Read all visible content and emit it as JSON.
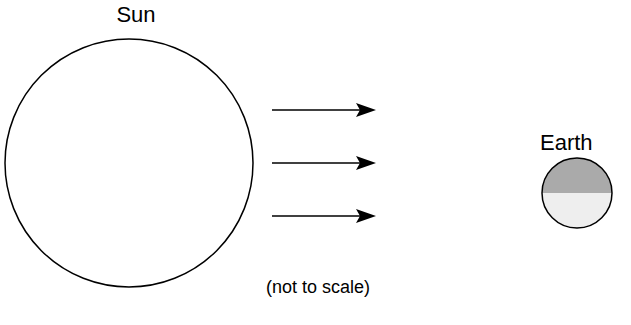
{
  "diagram": {
    "nodes": [
      {
        "text": [
          "Sun"
        ]
      },
      {
        "text": [
          "Earth"
        ]
      }
    ],
    "labels": [
      "(not to scale)"
    ]
  }
}
